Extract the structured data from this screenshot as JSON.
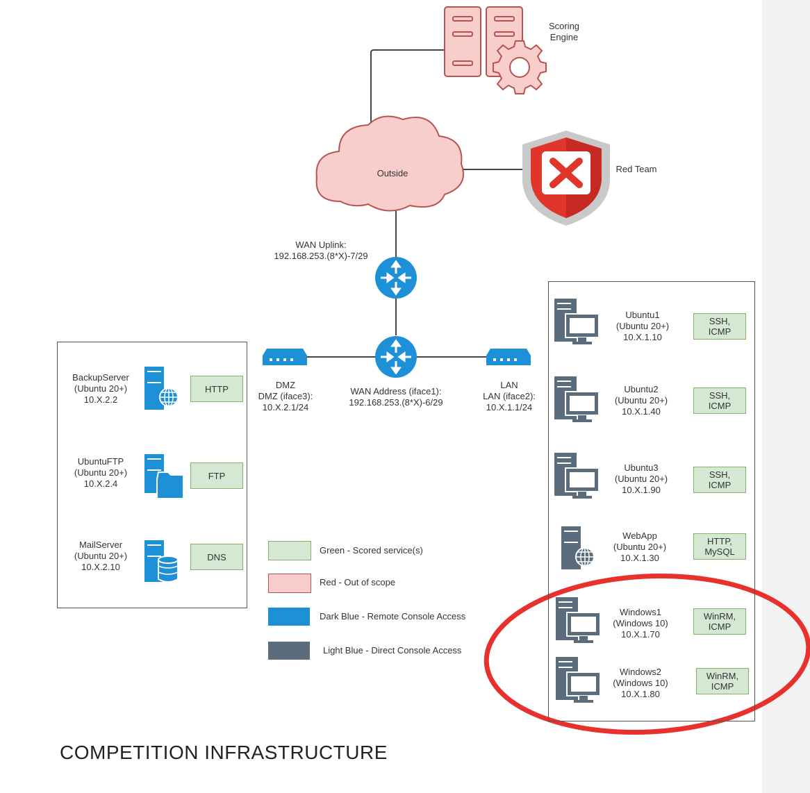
{
  "top": {
    "scoring_engine": "Scoring\nEngine",
    "outside": "Outside",
    "red_team": "Red Team"
  },
  "router": {
    "wan_uplink": "WAN Uplink:\n192.168.253.(8*X)-7/29",
    "wan_address": "WAN Address (iface1):\n192.168.253.(8*X)-6/29",
    "dmz": "DMZ\nDMZ (iface3):\n10.X.2.1/24",
    "lan": "LAN\nLAN (iface2):\n10.X.1.1/24"
  },
  "dmz_hosts": [
    {
      "label": "BackupServer\n(Ubuntu 20+)\n10.X.2.2",
      "service": "HTTP",
      "icon": "web-server-icon"
    },
    {
      "label": "UbuntuFTP\n(Ubuntu 20+)\n10.X.2.4",
      "service": "FTP",
      "icon": "file-server-icon"
    },
    {
      "label": "MailServer\n(Ubuntu 20+)\n10.X.2.10",
      "service": "DNS",
      "icon": "database-server-icon"
    }
  ],
  "lan_hosts": [
    {
      "label": "Ubuntu1\n(Ubuntu 20+)\n10.X.1.10",
      "service": "SSH,\nICMP",
      "icon": "workstation-icon"
    },
    {
      "label": "Ubuntu2\n(Ubuntu 20+)\n10.X.1.40",
      "service": "SSH,\nICMP",
      "icon": "workstation-icon"
    },
    {
      "label": "Ubuntu3\n(Ubuntu 20+)\n10.X.1.90",
      "service": "SSH,\nICMP",
      "icon": "workstation-icon"
    },
    {
      "label": "WebApp\n(Ubuntu 20+)\n10.X.1.30",
      "service": "HTTP,\nMySQL",
      "icon": "web-server-icon"
    },
    {
      "label": "Windows1\n(Windows 10)\n10.X.1.70",
      "service": "WinRM,\nICMP",
      "icon": "workstation-icon"
    },
    {
      "label": "Windows2\n(Windows 10)\n10.X.1.80",
      "service": "WinRM,\nICMP",
      "icon": "workstation-icon"
    }
  ],
  "legend": [
    {
      "text": "Green - Scored service(s)",
      "color": "#d5e8d4",
      "border": "#82b366"
    },
    {
      "text": "Red  - Out of scope",
      "color": "#f8cecc",
      "border": "#b85450"
    },
    {
      "text": "Dark Blue - Remote Console Access",
      "color": "#1e90d8",
      "border": "#1e90d8"
    },
    {
      "text": "Light Blue - Direct Console Access",
      "color": "#5a6b7b",
      "border": "#5a6b7b"
    }
  ],
  "title": "COMPETITION INFRASTRUCTURE",
  "colors": {
    "annotation_circle": "#e8312c",
    "remote_blue": "#1e90d8",
    "direct_gray": "#5a6b7b",
    "out_of_scope": "#f8cecc"
  }
}
